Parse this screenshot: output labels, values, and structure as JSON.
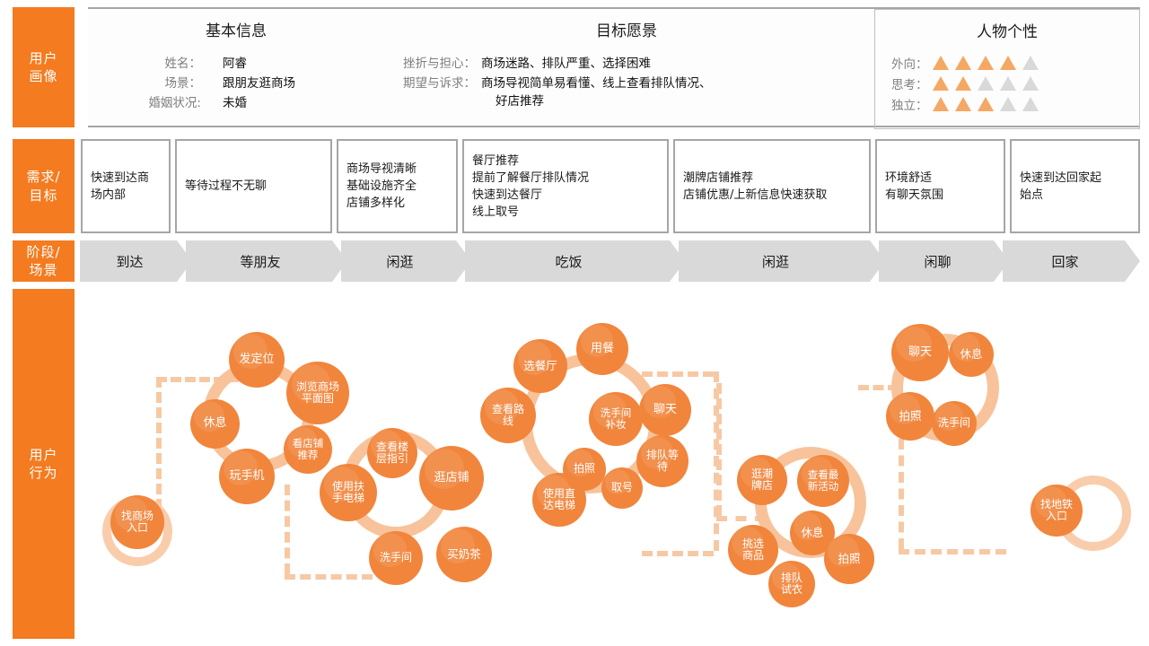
{
  "rows": {
    "persona_label": "用户\n画像",
    "needs_label": "需求/\n目标",
    "stage_label": "阶段/\n场景",
    "behavior_label": "用户\n行为"
  },
  "persona": {
    "basic": {
      "title": "基本信息",
      "fields": [
        {
          "key": "姓名：",
          "value": "阿睿"
        },
        {
          "key": "场景：",
          "value": "跟朋友逛商场"
        },
        {
          "key": "婚姻状况:",
          "value": "未婚"
        }
      ]
    },
    "goal": {
      "title": "目标愿景",
      "fields": [
        {
          "key": "挫折与担心：",
          "value": "商场迷路、排队严重、选择困难"
        },
        {
          "key": "期望与诉求：",
          "value": "商场导视简单易看懂、线上查看排队情况、"
        }
      ],
      "continuation": "好店推荐"
    },
    "personality": {
      "title": "人物个性",
      "traits": [
        {
          "label": "外向：",
          "filled": 4,
          "total": 5
        },
        {
          "label": "思考：",
          "filled": 2,
          "total": 5
        },
        {
          "label": "独立：",
          "filled": 3,
          "total": 5
        }
      ]
    }
  },
  "needs": [
    {
      "text": "快速到达商\n场内部"
    },
    {
      "text": "等待过程不无聊"
    },
    {
      "text": "商场导视清晰\n基础设施齐全\n店铺多样化"
    },
    {
      "text": "餐厅推荐\n提前了解餐厅排队情况\n快速到达餐厅\n线上取号"
    },
    {
      "text": "潮牌店铺推荐\n店铺优惠/上新信息快速获取"
    },
    {
      "text": "环境舒适\n有聊天氛围"
    },
    {
      "text": "快速到达回家起\n始点"
    }
  ],
  "stages": [
    "到达",
    "等朋友",
    "闲逛",
    "吃饭",
    "闲逛",
    "闲聊",
    "回家"
  ],
  "behaviors": [
    {
      "label": "找商场\n入口"
    },
    {
      "label": "发定位"
    },
    {
      "label": "休息"
    },
    {
      "label": "玩手机"
    },
    {
      "label": "浏览商场\n平面图"
    },
    {
      "label": "看店铺\n推荐"
    },
    {
      "label": "使用扶\n手电梯"
    },
    {
      "label": "查看楼\n层指引"
    },
    {
      "label": "逛店铺"
    },
    {
      "label": "洗手间"
    },
    {
      "label": "买奶茶"
    },
    {
      "label": "查看路\n线"
    },
    {
      "label": "选餐厅"
    },
    {
      "label": "用餐"
    },
    {
      "label": "洗手间\n补妆"
    },
    {
      "label": "聊天"
    },
    {
      "label": "排队等\n待"
    },
    {
      "label": "拍照"
    },
    {
      "label": "取号"
    },
    {
      "label": "使用直\n达电梯"
    },
    {
      "label": "逛潮\n牌店"
    },
    {
      "label": "查看最\n新活动"
    },
    {
      "label": "休息"
    },
    {
      "label": "拍照"
    },
    {
      "label": "挑选\n商品"
    },
    {
      "label": "排队\n试衣"
    },
    {
      "label": "聊天"
    },
    {
      "label": "休息"
    },
    {
      "label": "拍照"
    },
    {
      "label": "洗手间"
    },
    {
      "label": "找地铁\n入口"
    }
  ],
  "colors": {
    "brand_orange": "#F47B20",
    "bubble_orange": "#F1853C",
    "ring_light": "#F8C39A",
    "dash_light": "#F6C9A4",
    "chevron_gray": "#D9D9D9",
    "border_gray": "#A6A6A6",
    "title_underline": "#F5B481",
    "trait_on": "#F5A863",
    "trait_off": "#D9D9D9"
  }
}
